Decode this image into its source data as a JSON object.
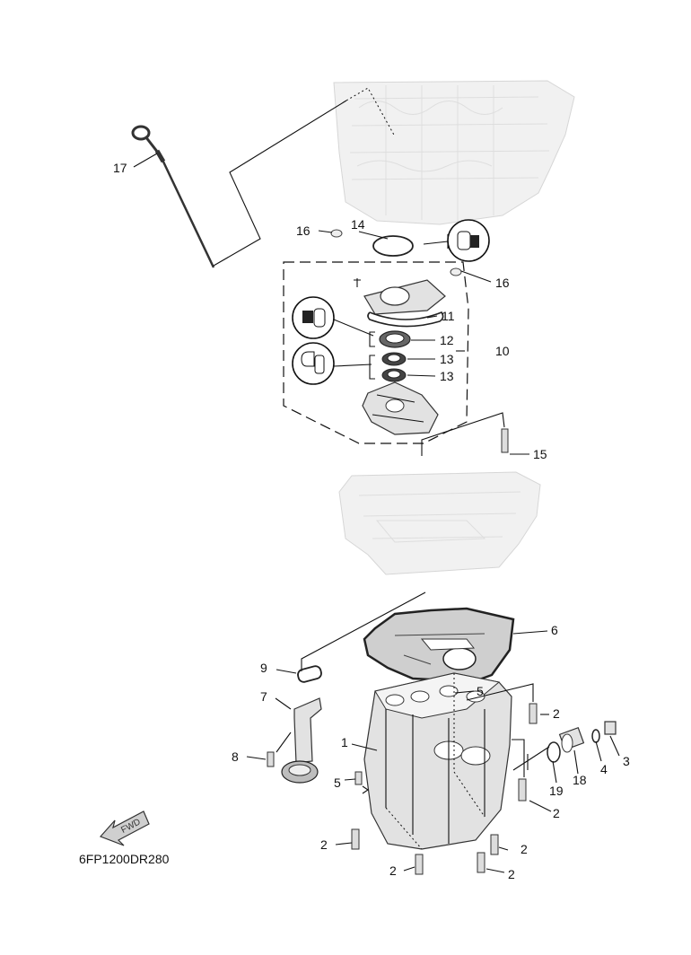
{
  "diagram": {
    "code": "6FP1200DR280",
    "fwd_label": "FWD",
    "callouts": [
      "17",
      "16",
      "14",
      "16",
      "11",
      "12",
      "10",
      "13",
      "13",
      "15",
      "6",
      "9",
      "5",
      "7",
      "1",
      "2",
      "3",
      "4",
      "18",
      "8",
      "5",
      "19",
      "2",
      "2",
      "2",
      "2",
      "2"
    ]
  },
  "colors": {
    "ghost_fill": "#f1f1f1",
    "part_fill": "#e2e2e2",
    "ink": "#111111"
  }
}
